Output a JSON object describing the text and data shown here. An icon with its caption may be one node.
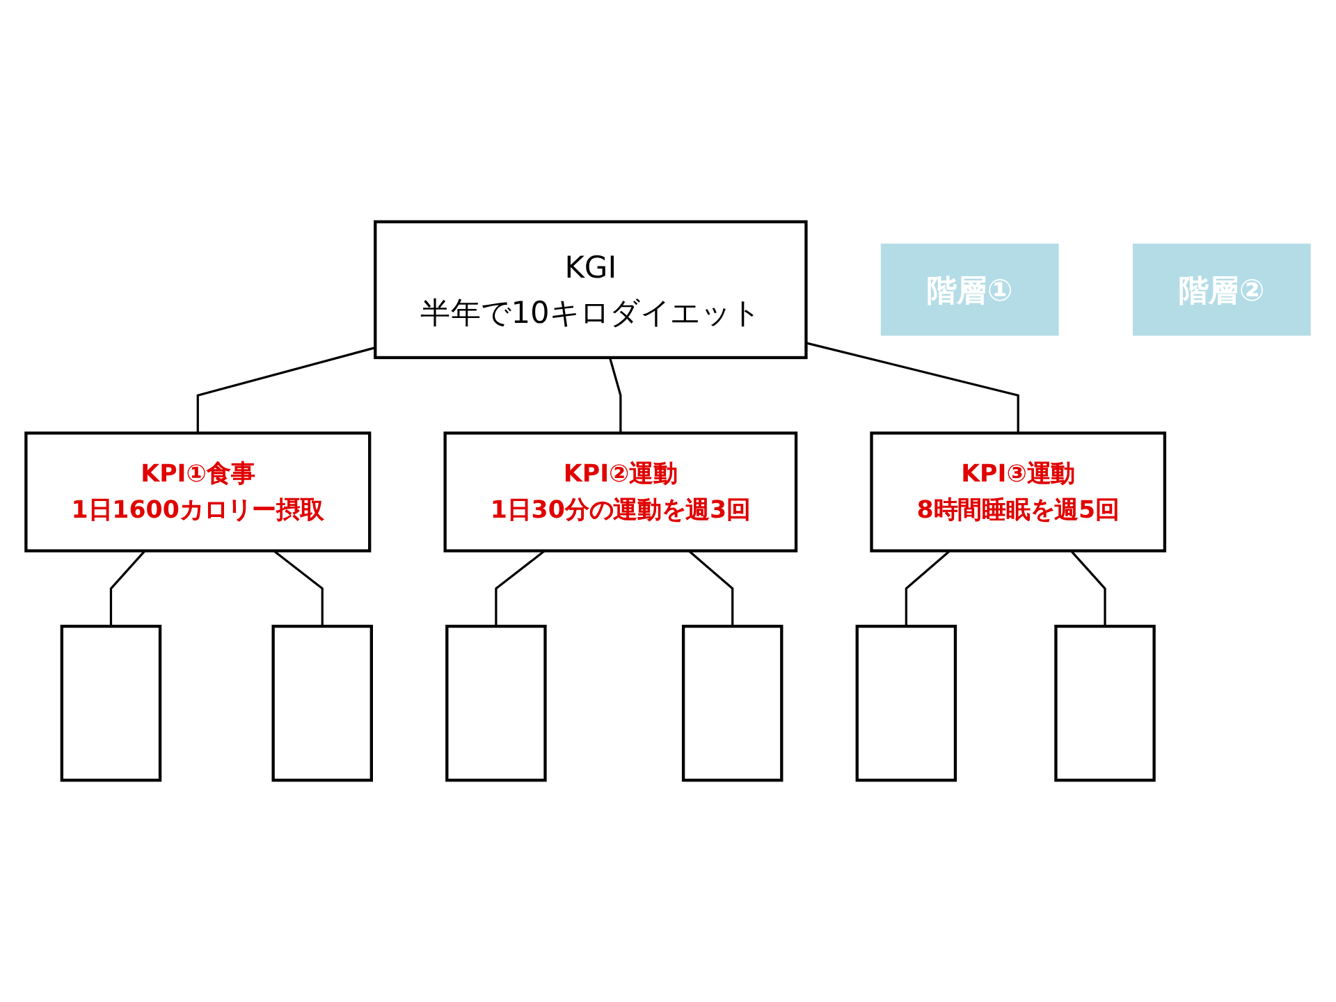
{
  "diagram": {
    "nodes": [
      {
        "text": [
          "KGI",
          "半年で10キロダイエット"
        ]
      },
      {
        "text": [
          "階層①"
        ]
      },
      {
        "text": [
          "KPI①食事",
          "1日1600カロリー摂取"
        ]
      },
      {
        "text": [
          "KPI②運動",
          "1日30分の運動を週3回"
        ]
      },
      {
        "text": [
          "KPI③運動",
          "8時間睡眠を週5回"
        ]
      },
      {
        "text": [
          "階層②"
        ]
      },
      {
        "text": [],
        "shape": "box"
      },
      {
        "text": [],
        "shape": "box"
      },
      {
        "text": [],
        "shape": "box"
      },
      {
        "text": [],
        "shape": "box"
      },
      {
        "text": [],
        "shape": "box"
      },
      {
        "text": [],
        "shape": "box"
      }
    ],
    "edges": [
      {
        "from": 0,
        "to": 2,
        "arrow": "none"
      },
      {
        "from": 0,
        "to": 3,
        "arrow": "none"
      },
      {
        "from": 0,
        "to": 4,
        "arrow": "none"
      },
      {
        "from": 2,
        "to": 6,
        "arrow": "none"
      },
      {
        "from": 2,
        "to": 7,
        "arrow": "none"
      },
      {
        "from": 3,
        "to": 8,
        "arrow": "none"
      },
      {
        "from": 3,
        "to": 9,
        "arrow": "none"
      },
      {
        "from": 4,
        "to": 10,
        "arrow": "none"
      },
      {
        "from": 4,
        "to": 11,
        "arrow": "none"
      }
    ]
  }
}
